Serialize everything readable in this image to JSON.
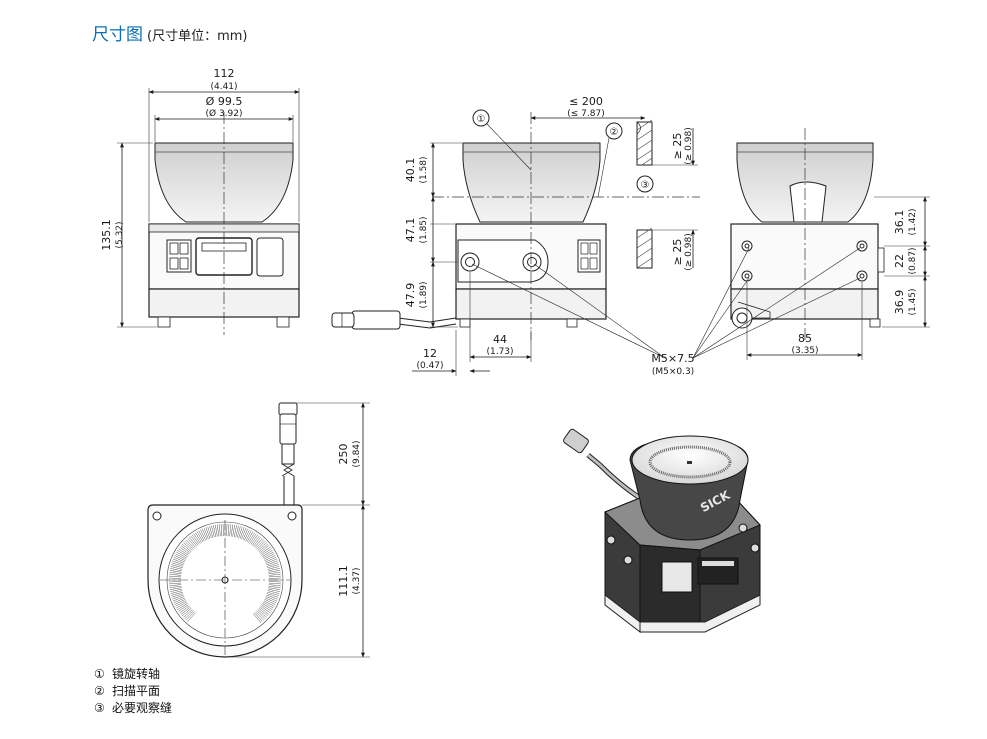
{
  "title": {
    "main": "尺寸图",
    "sub": "(尺寸单位：mm)"
  },
  "callouts": {
    "c1": "①",
    "c2": "②",
    "c3": "③"
  },
  "legend": [
    {
      "num": "①",
      "text": "镜旋转轴"
    },
    {
      "num": "②",
      "text": "扫描平面"
    },
    {
      "num": "③",
      "text": "必要观察缝"
    }
  ],
  "front_view": {
    "width": "112",
    "width_in": "(4.41)",
    "dia": "Ø 99.5",
    "dia_in": "(Ø 3.92)",
    "height": "135.1",
    "height_in": "(5.32)"
  },
  "side_view": {
    "d200": "≤ 200",
    "d200_in": "(≤ 7.87)",
    "h40": "40.1",
    "h40_in": "(1.58)",
    "h47": "47.1",
    "h47_in": "(1.85)",
    "h47b": "47.9",
    "h47b_in": "(1.89)",
    "w44": "44",
    "w44_in": "(1.73)",
    "w12": "12",
    "w12_in": "(0.47)",
    "g25a": "≥ 25",
    "g25a_in": "(≥ 0.98)",
    "g25b": "≥ 25",
    "g25b_in": "(≥ 0.98)"
  },
  "rear_view": {
    "h36a": "36.1",
    "h36a_in": "(1.42)",
    "h22": "22",
    "h22_in": "(0.87)",
    "h36b": "36.9",
    "h36b_in": "(1.45)",
    "w85": "85",
    "w85_in": "(3.35)"
  },
  "screw": {
    "label": "M5×7.5",
    "label_in": "(M5×0.3)"
  },
  "top_view": {
    "cable": "250",
    "cable_in": "(9.84)",
    "depth": "111.1",
    "depth_in": "(4.37)"
  },
  "iso_view": {
    "logo": "SICK"
  }
}
